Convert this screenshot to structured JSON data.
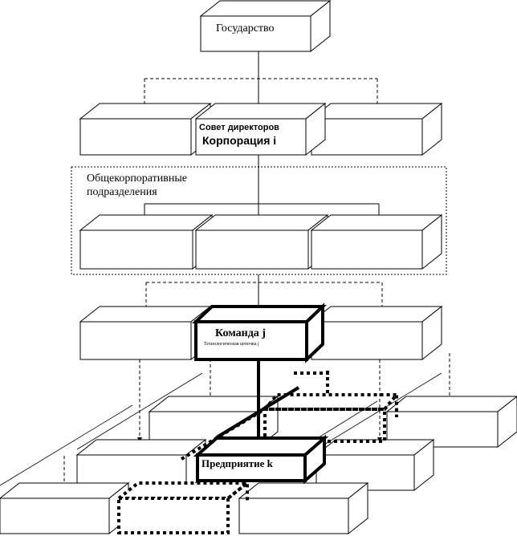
{
  "labels": {
    "state": "Государство",
    "board_line1": "Совет директоров",
    "board_line2": "Корпорация i",
    "divisions_line1": "Общекорпоративные",
    "divisions_line2": "подразделения",
    "team": "Команда j",
    "team_sub": "Технологическая цепочка j",
    "enterprise": "Предприятие k"
  }
}
